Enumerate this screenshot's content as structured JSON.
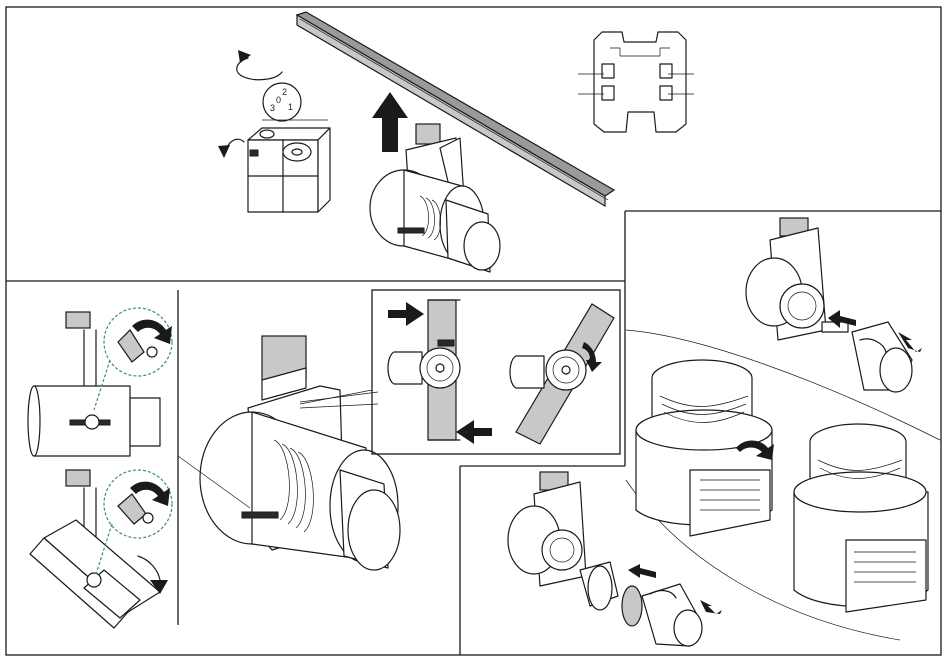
{
  "dial": {
    "labels": [
      "0",
      "2",
      "3",
      "1"
    ]
  },
  "colors": {
    "line": "#1a1a1a",
    "rail": "#9a9a9a",
    "panel_grey": "#c8c8c8",
    "callout": "#3a8a8a"
  },
  "icons": [
    "rotate-arrow-icon",
    "up-arrow-icon",
    "right-arrow-icon",
    "left-arrow-icon",
    "down-curve-arrow-icon"
  ]
}
